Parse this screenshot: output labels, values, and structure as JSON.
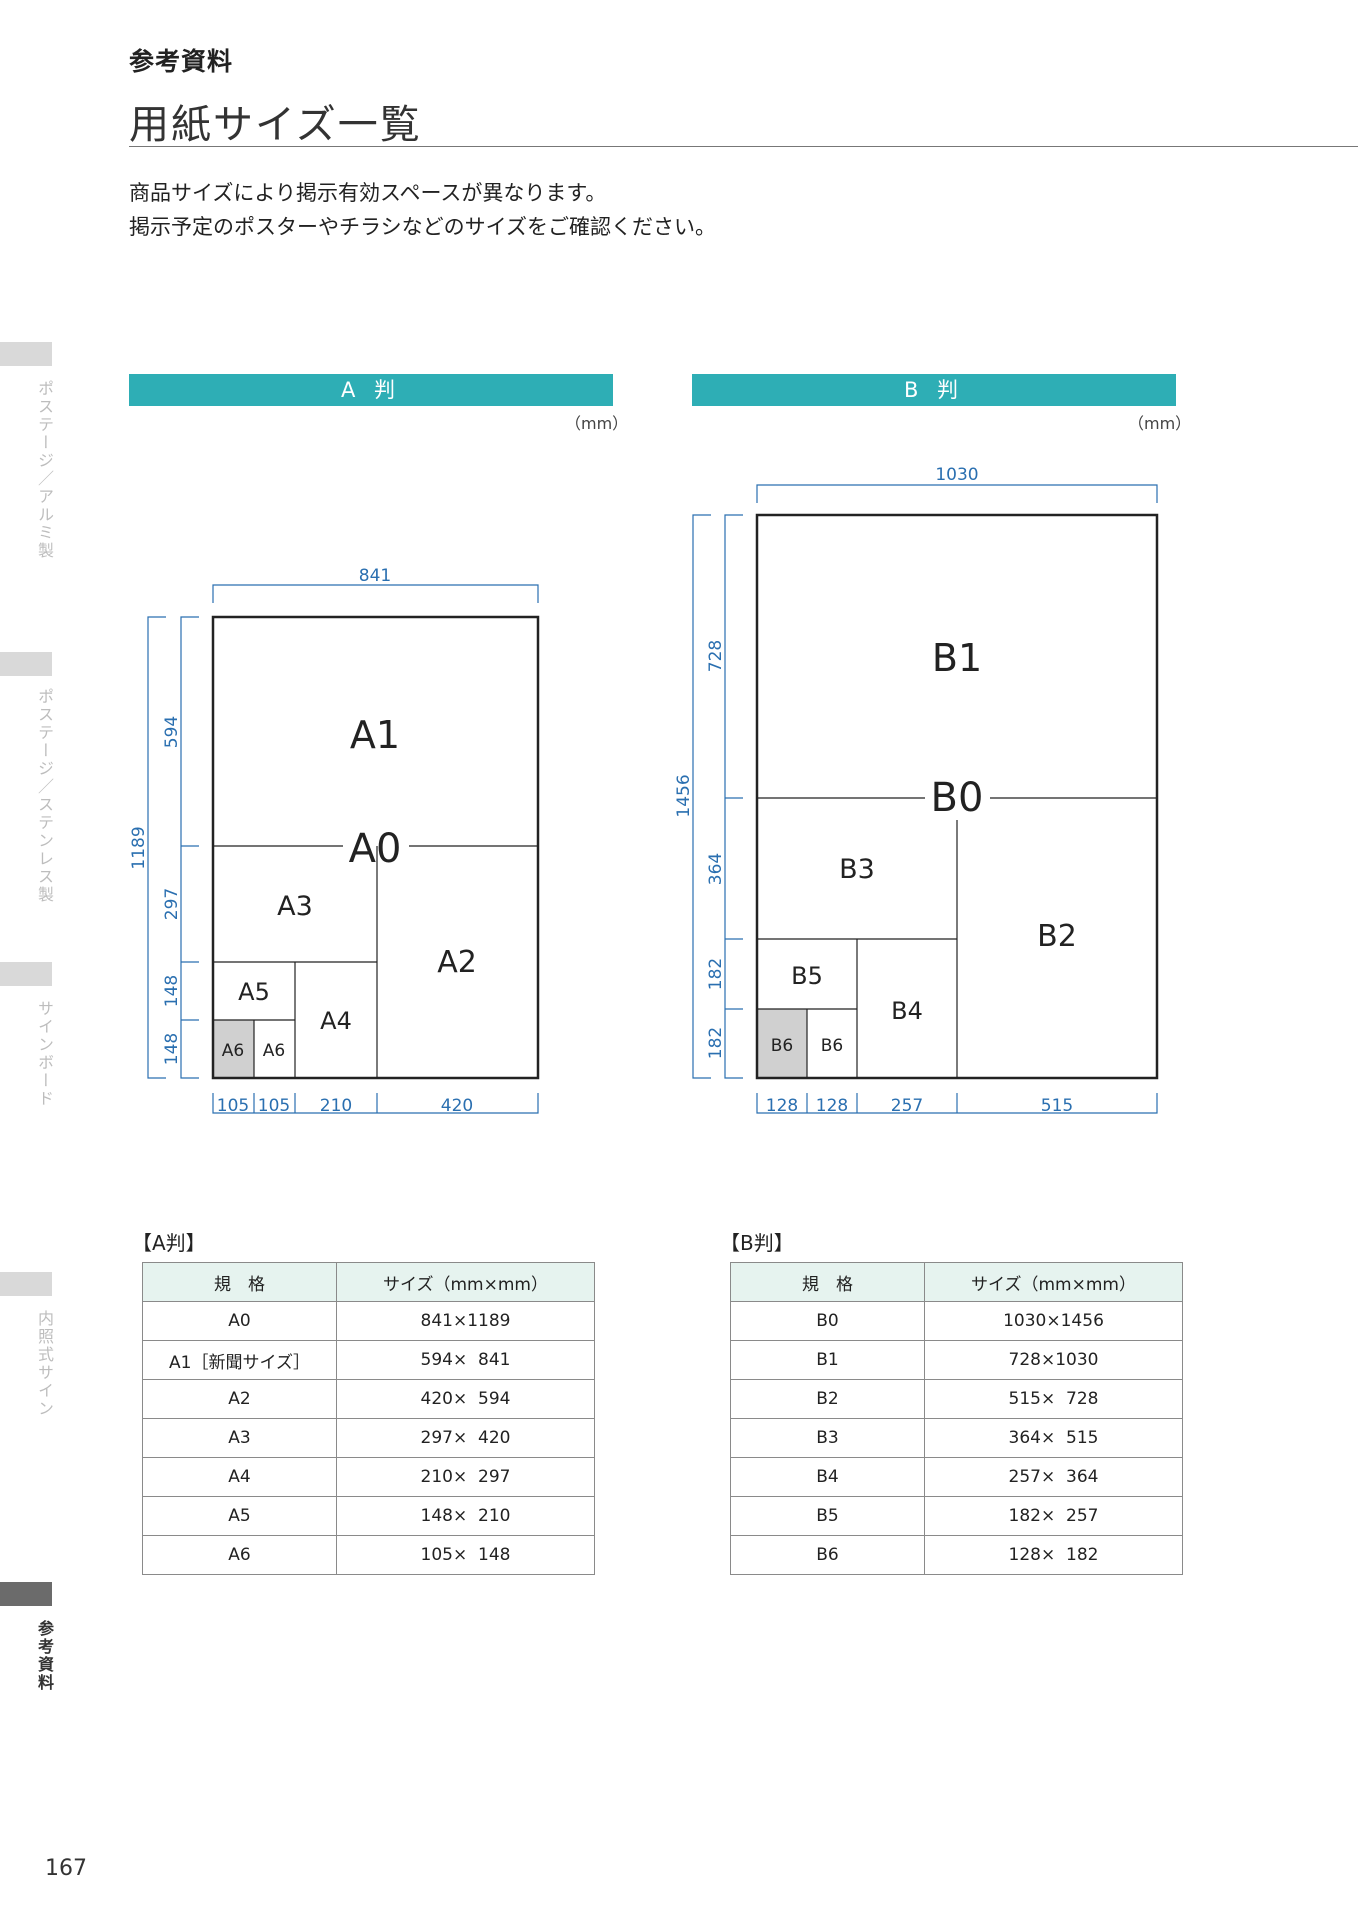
{
  "header": {
    "section_label": "参考資料",
    "title": "用紙サイズ一覧",
    "intro_line1": "商品サイズにより掲示有効スペースが異なります。",
    "intro_line2": "掲示予定のポスターやチラシなどのサイズをご確認ください。"
  },
  "sidebar": {
    "tabs": [
      {
        "label": "ポステージ／アルミ製",
        "active": false
      },
      {
        "label": "ポステージ／ステンレス製",
        "active": false
      },
      {
        "label": "サインボード",
        "active": false
      },
      {
        "label": "内照式サイン",
        "active": false
      },
      {
        "label": "参考資料",
        "active": true
      }
    ]
  },
  "page_number": "167",
  "a_series": {
    "bar_label": "A 判",
    "unit": "（mm）",
    "dims": {
      "width": "841",
      "height": "1189",
      "h594": "594",
      "h297": "297",
      "h148a": "148",
      "h148b": "148",
      "w105a": "105",
      "w105b": "105",
      "w210": "210",
      "w420": "420"
    },
    "labels": {
      "a0": "A0",
      "a1": "A1",
      "a2": "A2",
      "a3": "A3",
      "a4": "A4",
      "a5": "A5",
      "a6a": "A6",
      "a6b": "A6"
    },
    "table_caption": "【A判】",
    "table_headers": [
      "規　格",
      "サイズ（mm×mm）"
    ],
    "rows": [
      [
        "A0",
        "841×1189"
      ],
      [
        "A1［新聞サイズ］",
        "594×  841"
      ],
      [
        "A2",
        "420×  594"
      ],
      [
        "A3",
        "297×  420"
      ],
      [
        "A4",
        "210×  297"
      ],
      [
        "A5",
        "148×  210"
      ],
      [
        "A6",
        "105×  148"
      ]
    ]
  },
  "b_series": {
    "bar_label": "B 判",
    "unit": "（mm）",
    "dims": {
      "width": "1030",
      "height": "1456",
      "h728": "728",
      "h364": "364",
      "h182a": "182",
      "h182b": "182",
      "w128a": "128",
      "w128b": "128",
      "w257": "257",
      "w515": "515"
    },
    "labels": {
      "b0": "B0",
      "b1": "B1",
      "b2": "B2",
      "b3": "B3",
      "b4": "B4",
      "b5": "B5",
      "b6a": "B6",
      "b6b": "B6"
    },
    "table_caption": "【B判】",
    "table_headers": [
      "規　格",
      "サイズ（mm×mm）"
    ],
    "rows": [
      [
        "B0",
        "1030×1456"
      ],
      [
        "B1",
        "728×1030"
      ],
      [
        "B2",
        "515×  728"
      ],
      [
        "B3",
        "364×  515"
      ],
      [
        "B4",
        "257×  364"
      ],
      [
        "B5",
        "182×  257"
      ],
      [
        "B6",
        "128×  182"
      ]
    ]
  },
  "colors": {
    "accent": "#2eaeb5",
    "dimension": "#2a6fb0",
    "header_bg": "#e6f3ef",
    "shade": "#d0d0d0"
  }
}
